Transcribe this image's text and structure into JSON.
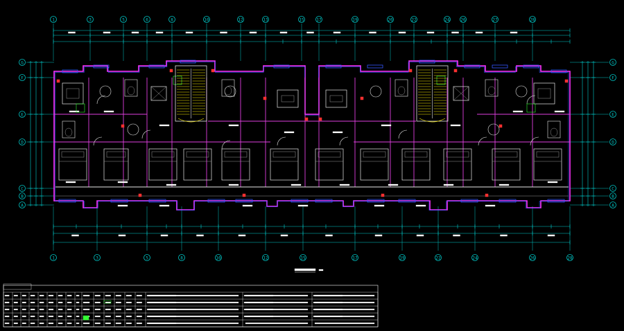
{
  "drawing": {
    "background": "#000000",
    "colors": {
      "axis": "#00c8c8",
      "dimension": "#00d0d0",
      "wall": "#ff33ff",
      "wall_inner": "#e040e0",
      "window": "#3355ff",
      "furniture": "#e8e8e8",
      "furniture_dim": "#9a9a9a",
      "text": "#ffffff",
      "accent_red": "#ff3030",
      "stair": "#ffee00",
      "green": "#33ff33"
    },
    "top_axis_labels": [
      "1",
      "3",
      "5",
      "6",
      "8",
      "10",
      "12",
      "13",
      "15",
      "17",
      "19",
      "20",
      "22",
      "24",
      "26",
      "27",
      "28"
    ],
    "bottom_axis_labels": [
      "1",
      "3",
      "5",
      "8",
      "10",
      "12",
      "15",
      "17",
      "19",
      "22",
      "24",
      "26",
      "28"
    ],
    "left_axis_labels": [
      "G",
      "F",
      "E",
      "D",
      "C",
      "B",
      "A"
    ],
    "right_axis_labels": [
      "G",
      "F",
      "E",
      "D",
      "C",
      "B",
      "A"
    ],
    "title_block": {
      "columns": 13,
      "rows": 5
    }
  }
}
